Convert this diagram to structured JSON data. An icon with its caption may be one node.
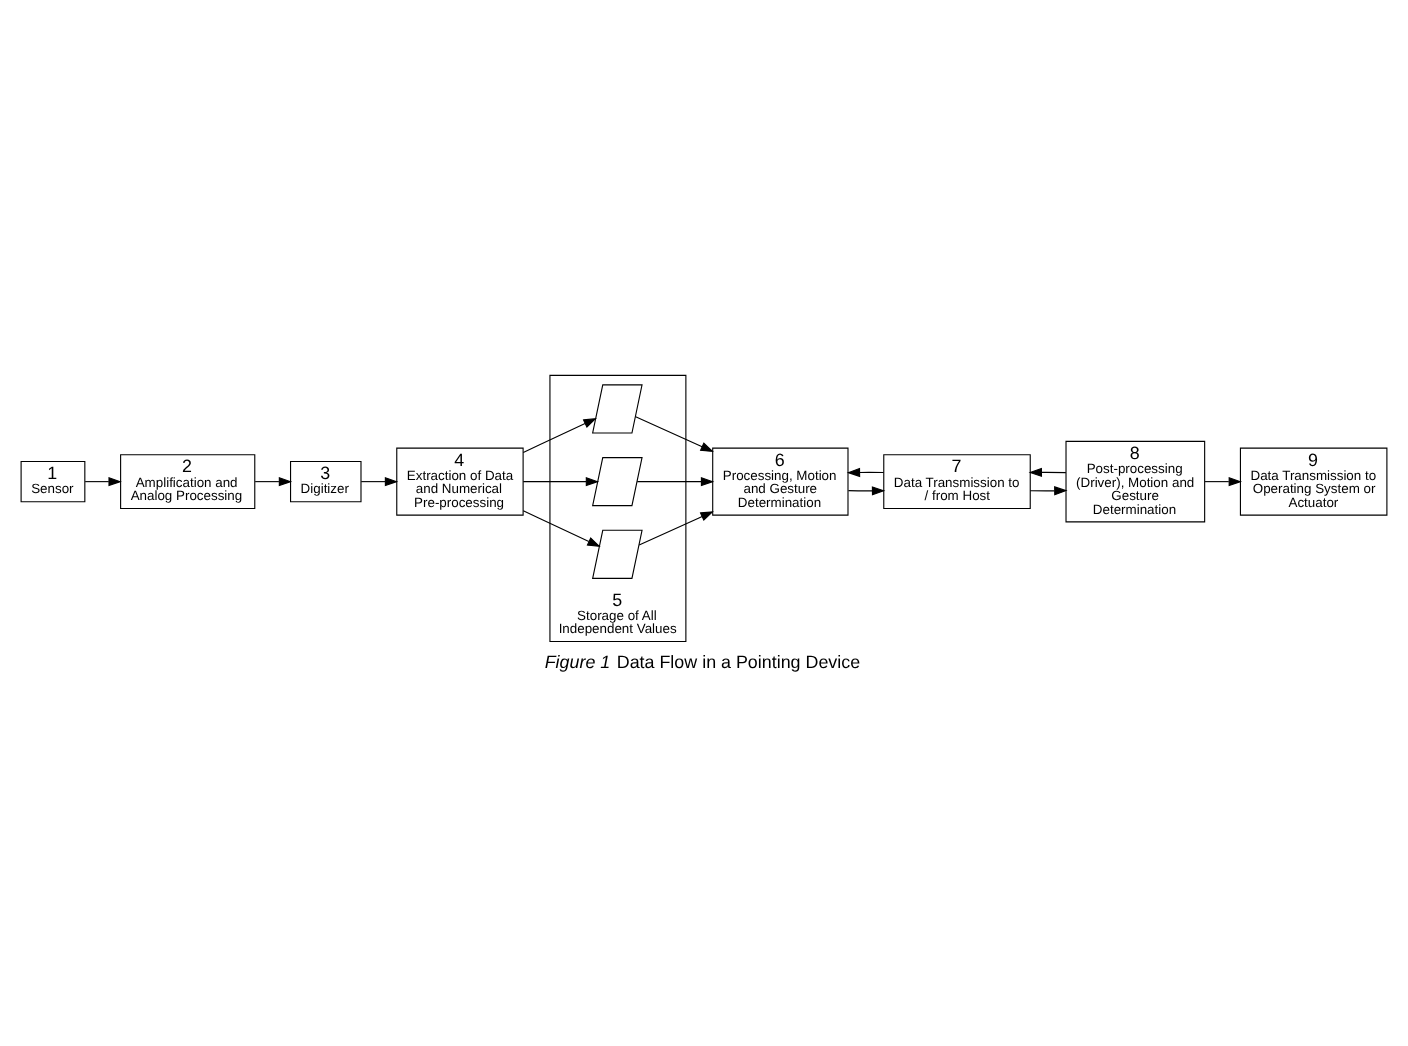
{
  "diagram": {
    "caption": "*Figure 1* Data Flow in a Pointing Device",
    "nodes": [
      {
        "text": [
          "1",
          "Sensor"
        ]
      },
      {
        "text": [
          "2",
          "Amplification and Analog Processing"
        ]
      },
      {
        "text": [
          "3",
          "Digitizer"
        ]
      },
      {
        "text": [
          "4",
          "Extraction of Data and Numerical Pre-processing"
        ]
      },
      {
        "text": [
          "5",
          "Storage of All Independent Values"
        ]
      },
      {
        "text": [],
        "shape": "parallelogram",
        "in": 4
      },
      {
        "text": [],
        "shape": "parallelogram",
        "in": 4
      },
      {
        "text": [],
        "shape": "parallelogram",
        "in": 4
      },
      {
        "text": [
          "6",
          "Processing, Motion and Gesture Determination"
        ]
      },
      {
        "text": [
          "7",
          "Data Transmission to / from Host"
        ]
      },
      {
        "text": [
          "8",
          "Post-processing (Driver), Motion and Gesture Determination"
        ]
      },
      {
        "text": [
          "9",
          "Data Transmission to Operating System or Actuator"
        ]
      }
    ],
    "edges": [
      {
        "from": 0,
        "to": 1,
        "arrow": "to"
      },
      {
        "from": 1,
        "to": 2,
        "arrow": "to"
      },
      {
        "from": 2,
        "to": 3,
        "arrow": "to"
      },
      {
        "from": 3,
        "to": 5,
        "arrow": "to"
      },
      {
        "from": 3,
        "to": 6,
        "arrow": "to"
      },
      {
        "from": 3,
        "to": 7,
        "arrow": "to"
      },
      {
        "from": 5,
        "to": 8,
        "arrow": "to"
      },
      {
        "from": 6,
        "to": 8,
        "arrow": "to"
      },
      {
        "from": 7,
        "to": 8,
        "arrow": "to"
      },
      {
        "from": 8,
        "to": 9,
        "arrow": "to"
      },
      {
        "from": 9,
        "to": 8,
        "arrow": "to"
      },
      {
        "from": 10,
        "to": 9,
        "arrow": "to"
      },
      {
        "from": 9,
        "to": 10,
        "arrow": "to"
      },
      {
        "from": 10,
        "to": 11,
        "arrow": "to"
      }
    ]
  }
}
